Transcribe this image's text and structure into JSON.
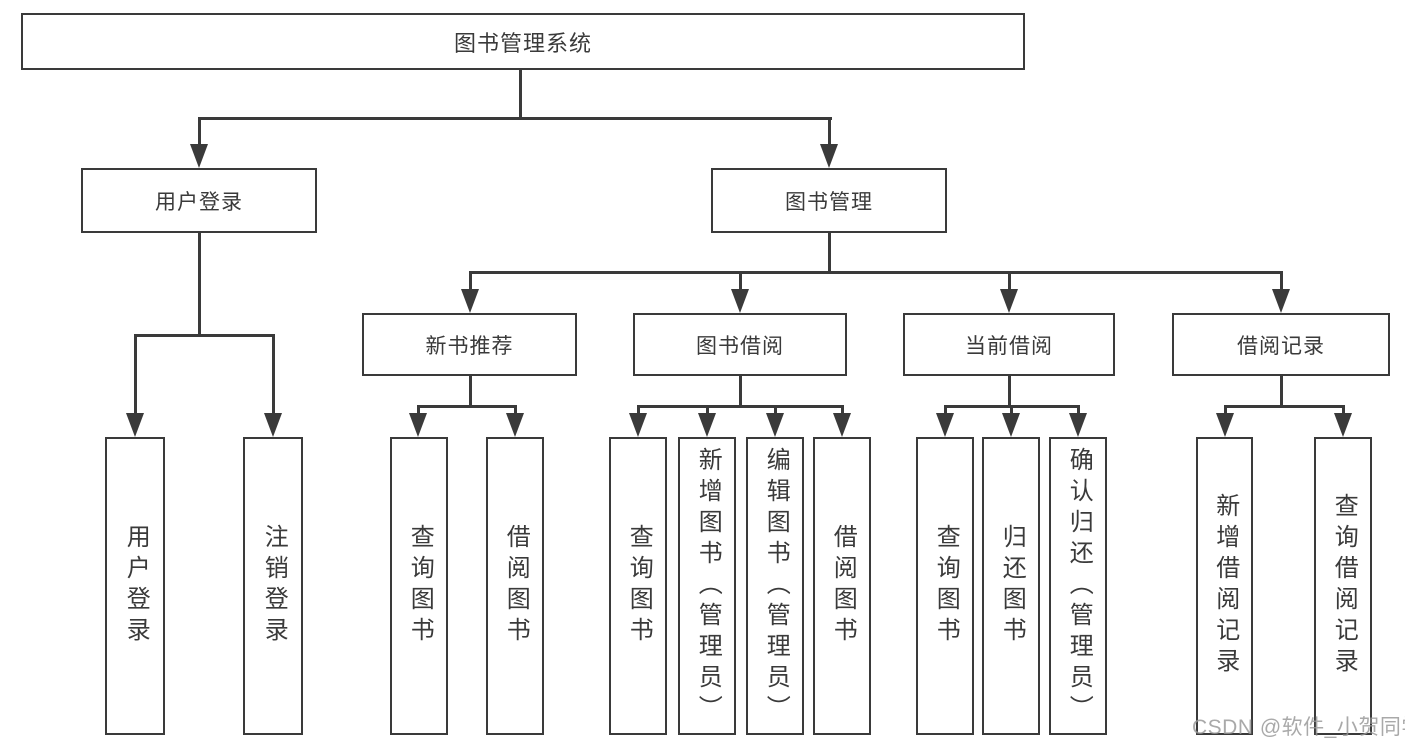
{
  "page": {
    "background": "#ffffff"
  },
  "colors": {
    "line": "#3a3a3a",
    "text": "#3a3a3a",
    "box_fill": "#ffffff",
    "watermark": "#969696"
  },
  "watermark": {
    "text": "CSDN @软件_小贺同学"
  },
  "tree": {
    "root": {
      "label": "图书管理系统",
      "children": [
        {
          "label": "用户登录",
          "children": [
            {
              "label": "用户登录"
            },
            {
              "label": "注销登录"
            }
          ]
        },
        {
          "label": "图书管理",
          "children": [
            {
              "label": "新书推荐",
              "children": [
                {
                  "label": "查询图书"
                },
                {
                  "label": "借阅图书"
                }
              ]
            },
            {
              "label": "图书借阅",
              "children": [
                {
                  "label": "查询图书"
                },
                {
                  "label": "新增图书（管理员）"
                },
                {
                  "label": "编辑图书（管理员）"
                },
                {
                  "label": "借阅图书"
                }
              ]
            },
            {
              "label": "当前借阅",
              "children": [
                {
                  "label": "查询图书"
                },
                {
                  "label": "归还图书"
                },
                {
                  "label": "确认归还（管理员）"
                }
              ]
            },
            {
              "label": "借阅记录",
              "children": [
                {
                  "label": "新增借阅记录"
                },
                {
                  "label": "查询借阅记录"
                }
              ]
            }
          ]
        }
      ]
    }
  }
}
